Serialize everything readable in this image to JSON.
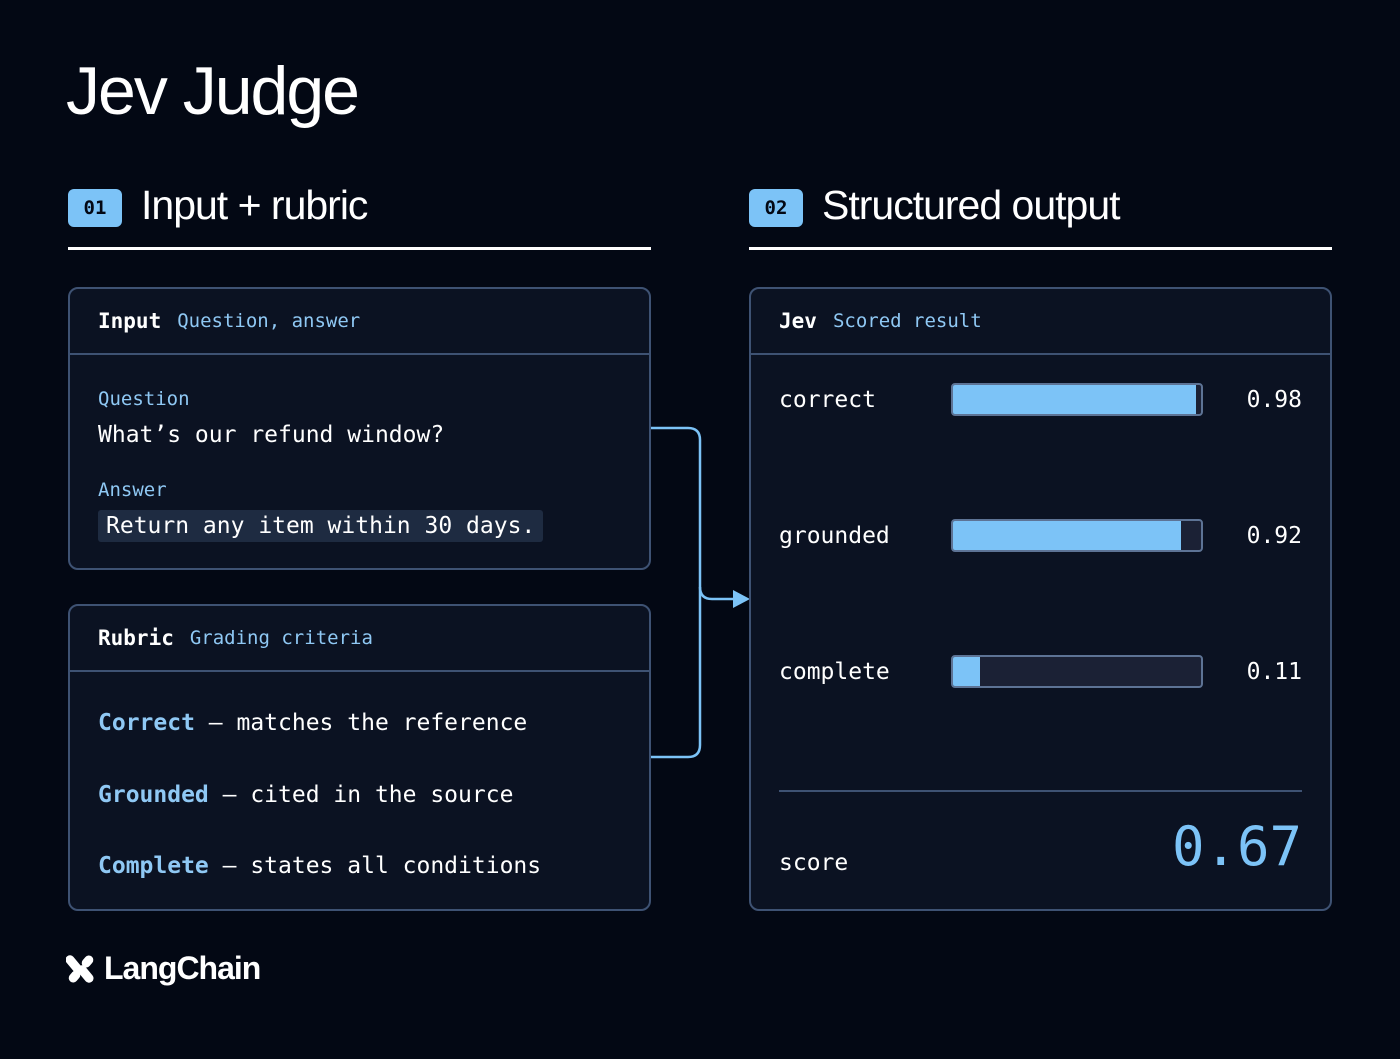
{
  "title": "Jev Judge",
  "sections": [
    {
      "badge": "01",
      "label": "Input + rubric"
    },
    {
      "badge": "02",
      "label": "Structured output"
    }
  ],
  "input_panel": {
    "title": "Input",
    "subtitle": "Question, answer",
    "question_label": "Question",
    "question": "What’s our refund window?",
    "answer_label": "Answer",
    "answer": "Return any item within 30 days."
  },
  "rubric_panel": {
    "title": "Rubric",
    "subtitle": "Grading criteria",
    "criteria": [
      {
        "key": "Correct",
        "desc": " – matches the reference"
      },
      {
        "key": "Grounded",
        "desc": " – cited in the source"
      },
      {
        "key": "Complete",
        "desc": " – states all conditions"
      }
    ]
  },
  "output_panel": {
    "title": "Jev",
    "subtitle": "Scored result",
    "metrics": [
      {
        "name": "correct",
        "value": "0.98",
        "fraction": 0.98
      },
      {
        "name": "grounded",
        "value": "0.92",
        "fraction": 0.92
      },
      {
        "name": "complete",
        "value": "0.11",
        "fraction": 0.11
      }
    ],
    "score_label": "score",
    "score_value": "0.67"
  },
  "colors": {
    "background": "#030814",
    "accent": "#7cc3f7",
    "panel": "#0b1222",
    "border": "#3e5273"
  },
  "logo": {
    "text": "LangChain",
    "icon": "langchain-logo-icon"
  }
}
